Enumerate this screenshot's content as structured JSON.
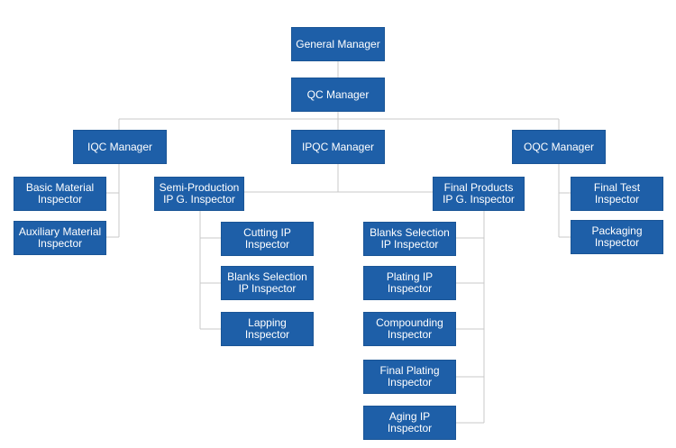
{
  "org_chart": {
    "general_manager": [
      "General Manager"
    ],
    "qc_manager": [
      "QC Manager"
    ],
    "iqc_manager": [
      "IQC Manager"
    ],
    "ipqc_manager": [
      "IPQC Manager"
    ],
    "oqc_manager": [
      "OQC Manager"
    ],
    "iqc_staff": [
      [
        "Basic Material",
        "Inspector"
      ],
      [
        "Auxiliary Material",
        "Inspector"
      ]
    ],
    "semi_production": [
      "Semi-Production",
      "IP G. Inspector"
    ],
    "semi_staff": [
      [
        "Cutting IP",
        "Inspector"
      ],
      [
        "Blanks Selection",
        "IP Inspector"
      ],
      [
        "Lapping",
        "Inspector"
      ]
    ],
    "final_products": [
      "Final Products",
      "IP G. Inspector"
    ],
    "final_staff": [
      [
        "Blanks Selection",
        "IP Inspector"
      ],
      [
        "Plating IP",
        "Inspector"
      ],
      [
        "Compounding",
        "Inspector"
      ],
      [
        "Final Plating",
        "Inspector"
      ],
      [
        "Aging IP",
        "Inspector"
      ]
    ],
    "oqc_staff": [
      [
        "Final Test",
        "Inspector"
      ],
      [
        "Packaging",
        "Inspector"
      ]
    ]
  },
  "colors": {
    "box_fill": "#1e5fa8",
    "box_text": "#ffffff",
    "connector": "#c8c8c8"
  }
}
